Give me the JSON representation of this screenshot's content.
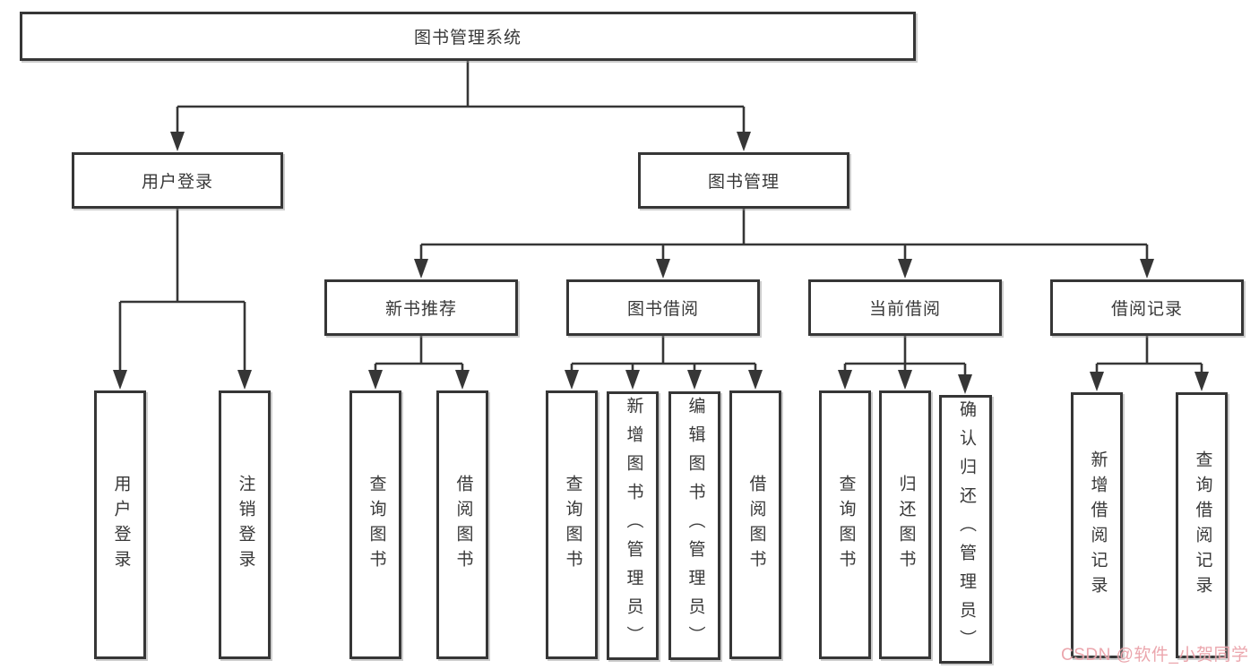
{
  "title": "图书管理系统",
  "colors": {
    "line": "#363636",
    "box_border": "#363636",
    "text": "#383838",
    "background": "#ffffff",
    "watermark": "#e99ea6"
  },
  "nodes": {
    "root": {
      "label": "图书管理系统"
    },
    "user_login": {
      "label": "用户登录"
    },
    "book_management": {
      "label": "图书管理"
    },
    "new_book_recommend": {
      "label": "新书推荐"
    },
    "book_borrowing": {
      "label": "图书借阅"
    },
    "current_borrowing": {
      "label": "当前借阅"
    },
    "borrowing_records": {
      "label": "借阅记录"
    },
    "leaf_user_login": {
      "label": "用户登录"
    },
    "leaf_logout": {
      "label": "注销登录"
    },
    "leaf_recommend_query_books": {
      "label": "查询图书"
    },
    "leaf_recommend_borrow_books": {
      "label": "借阅图书"
    },
    "leaf_borrowing_query_books": {
      "label": "查询图书"
    },
    "leaf_borrowing_add_books_admin": {
      "label": "新增图书（管理员）"
    },
    "leaf_borrowing_edit_books_admin": {
      "label": "编辑图书（管理员）"
    },
    "leaf_borrowing_borrow_books": {
      "label": "借阅图书"
    },
    "leaf_current_query_books": {
      "label": "查询图书"
    },
    "leaf_current_return_books": {
      "label": "归还图书"
    },
    "leaf_current_confirm_return_admin": {
      "label": "确认归还（管理员）"
    },
    "leaf_records_add_record": {
      "label": "新增借阅记录"
    },
    "leaf_records_query_record": {
      "label": "查询借阅记录"
    }
  },
  "watermark": {
    "text": "CSDN @软件_小贺同学"
  }
}
